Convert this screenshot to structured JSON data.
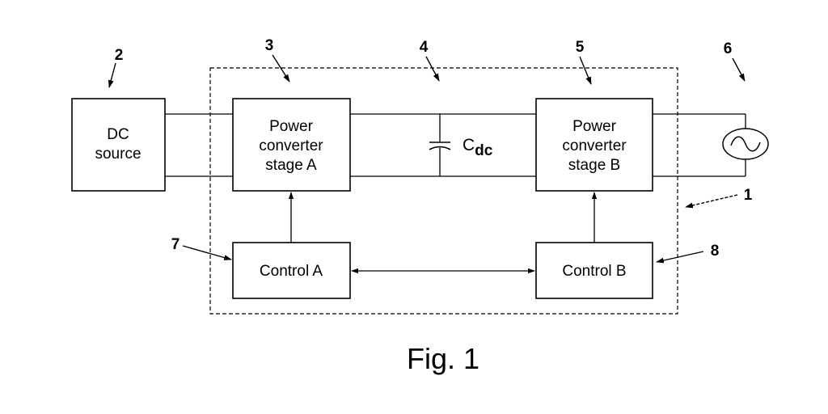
{
  "figure": {
    "caption": "Fig. 1"
  },
  "blocks": {
    "dc_source": {
      "line1": "DC",
      "line2": "source"
    },
    "stage_a": {
      "line1": "Power",
      "line2": "converter",
      "line3": "stage A"
    },
    "stage_b": {
      "line1": "Power",
      "line2": "converter",
      "line3": "stage B"
    },
    "control_a": {
      "label": "Control A"
    },
    "control_b": {
      "label": "Control B"
    }
  },
  "capacitor": {
    "label": "C",
    "subscript": "dc"
  },
  "grid_symbol": "ac-source-icon",
  "reference_numerals": {
    "system": "1",
    "dc_source": "2",
    "stage_a": "3",
    "dc_link": "4",
    "stage_b": "5",
    "grid": "6",
    "control_a": "7",
    "control_b": "8"
  }
}
